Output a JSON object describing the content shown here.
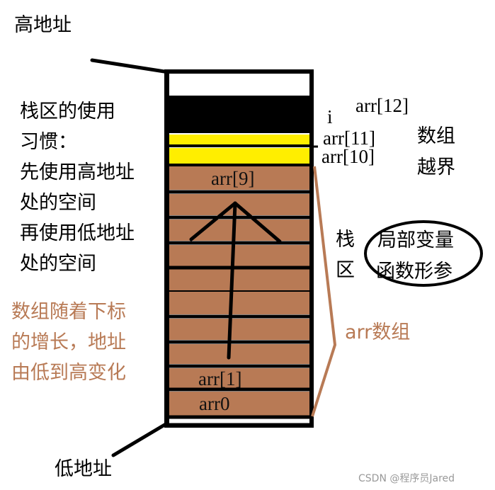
{
  "colors": {
    "stack_outline": "#000000",
    "brown_cell": "#b87a55",
    "yellow_cell": "#ffee00",
    "black_cell": "#000000",
    "annotation_brown": "#b87a55",
    "watermark": "#999999"
  },
  "labels": {
    "high_address": "高地址",
    "low_address": "低地址",
    "stack_habit": [
      "栈区的使用",
      "习惯：",
      "先使用高地址",
      "处的空间",
      "再使用低地址",
      "处的空间"
    ],
    "array_growth": [
      "数组随着下标",
      "的增长，地址",
      "由低到高变化"
    ],
    "out_of_bounds_items": {
      "arr12": "arr[12]",
      "i": "i",
      "arr11": "arr[11]",
      "arr10": "arr[10]"
    },
    "out_of_bounds_note": [
      "数组",
      "越界"
    ],
    "stack_region": [
      "栈",
      "区"
    ],
    "stack_contents": [
      "局部变量",
      "函数形参"
    ],
    "arr_array": "arr数组"
  },
  "stack": {
    "cells": [
      {
        "type": "empty",
        "label": ""
      },
      {
        "type": "black",
        "label": ""
      },
      {
        "type": "yellow",
        "label": ""
      },
      {
        "type": "yellow",
        "label": ""
      },
      {
        "type": "brown",
        "label": "arr[9]"
      },
      {
        "type": "brown",
        "label": ""
      },
      {
        "type": "brown",
        "label": ""
      },
      {
        "type": "brown",
        "label": ""
      },
      {
        "type": "brown",
        "label": ""
      },
      {
        "type": "brown",
        "label": ""
      },
      {
        "type": "brown",
        "label": ""
      },
      {
        "type": "brown",
        "label": ""
      },
      {
        "type": "brown",
        "label": "arr[1]"
      },
      {
        "type": "brown",
        "label": "arr0"
      },
      {
        "type": "empty",
        "label": ""
      }
    ]
  },
  "watermark": "CSDN @程序员Jared"
}
